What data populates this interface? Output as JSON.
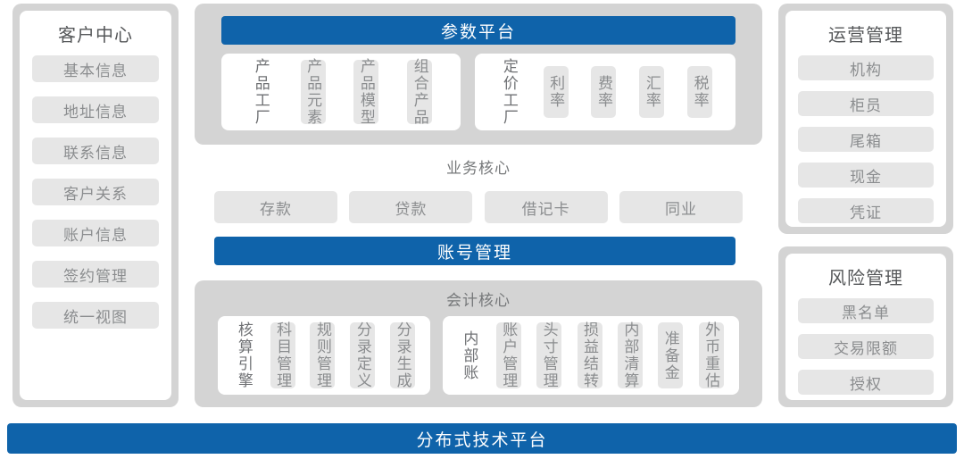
{
  "colors": {
    "accent_blue": "#0f63aa",
    "panel_gray": "#d4d4d4",
    "chip_gray": "#e6e6e6",
    "text_gray": "#8b8d8f",
    "title_gray": "#555759",
    "white": "#ffffff"
  },
  "customer_center": {
    "title": "客户中心",
    "items": [
      {
        "label": "基本信息"
      },
      {
        "label": "地址信息"
      },
      {
        "label": "联系信息"
      },
      {
        "label": "客户关系"
      },
      {
        "label": "账户信息"
      },
      {
        "label": "签约管理"
      },
      {
        "label": "统一视图"
      }
    ]
  },
  "parameter_platform": {
    "title": "参数平台",
    "groups": [
      {
        "name": "product-factory-group",
        "label": "产品工厂",
        "items": [
          {
            "label": "产品元素"
          },
          {
            "label": "产品模型"
          },
          {
            "label": "组合产品"
          }
        ]
      },
      {
        "name": "pricing-factory-group",
        "label": "定价工厂",
        "items": [
          {
            "label": "利率"
          },
          {
            "label": "费率"
          },
          {
            "label": "汇率"
          },
          {
            "label": "税率"
          }
        ]
      }
    ]
  },
  "business_core": {
    "title": "业务核心",
    "items": [
      {
        "label": "存款"
      },
      {
        "label": "贷款"
      },
      {
        "label": "借记卡"
      },
      {
        "label": "同业"
      }
    ],
    "account_bar": "账号管理"
  },
  "accounting_core": {
    "title": "会计核心",
    "groups": [
      {
        "name": "accounting-engine-group",
        "label": "核算引擎",
        "items": [
          {
            "label": "科目管理"
          },
          {
            "label": "规则管理"
          },
          {
            "label": "分录定义"
          },
          {
            "label": "分录生成"
          }
        ]
      },
      {
        "name": "internal-ledger-group",
        "label": "内部账",
        "items": [
          {
            "label": "账户管理"
          },
          {
            "label": "头寸管理"
          },
          {
            "label": "损益结转"
          },
          {
            "label": "内部清算"
          },
          {
            "label": "准备金"
          },
          {
            "label": "外币重估"
          }
        ]
      }
    ]
  },
  "operation_management": {
    "title": "运营管理",
    "items": [
      {
        "label": "机构"
      },
      {
        "label": "柜员"
      },
      {
        "label": "尾箱"
      },
      {
        "label": "现金"
      },
      {
        "label": "凭证"
      }
    ]
  },
  "risk_management": {
    "title": "风险管理",
    "items": [
      {
        "label": "黑名单"
      },
      {
        "label": "交易限额"
      },
      {
        "label": "授权"
      }
    ]
  },
  "tech_platform": {
    "label": "分布式技术平台"
  }
}
